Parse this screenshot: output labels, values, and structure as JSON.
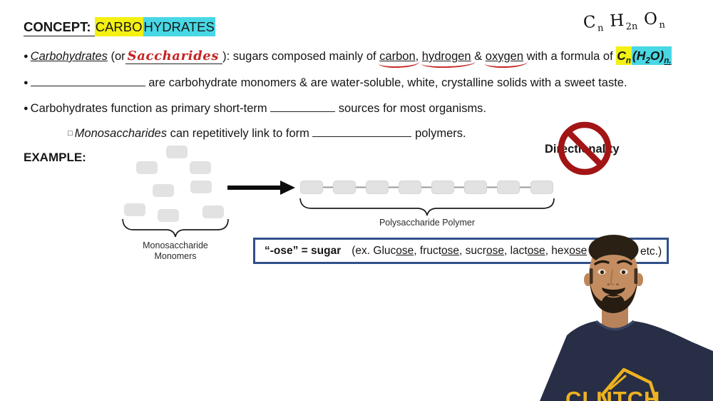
{
  "colors": {
    "highlight_yellow": "#f4f012",
    "highlight_cyan": "#48d8e5",
    "handwriting_red": "#c52424",
    "no_symbol_red": "#a31414",
    "box_border_navy": "#30508a",
    "block_gray": "#e2e2e2",
    "shirt_navy": "#272e45",
    "logo_gold": "#eeb21f"
  },
  "title": {
    "prefix": "CONCEPT: ",
    "hl_yellow": "CARBO",
    "hl_cyan": "HYDRATES"
  },
  "handwritten_formula": {
    "c": "C",
    "c_sub": "n",
    "h": "H",
    "h_sub": "2n",
    "o": "O",
    "o_sub": "n"
  },
  "bullets": {
    "b1": {
      "marker": "●",
      "term": "Carbohydrates",
      "mid1": " (or",
      "handwritten": "Saccharides",
      "mid2": "): sugars composed mainly of ",
      "w1": "carbon",
      "sep1": ", ",
      "w2": "hydrogen",
      "sep2": " & ",
      "w3": "oxygen",
      "mid3": " with a formula of ",
      "formula": {
        "p1": "C",
        "s1": "n",
        "p2": "(H",
        "s2": "2",
        "p3": "O)",
        "s3": "n."
      }
    },
    "b2": {
      "marker": "●",
      "after_blank": " are carbohydrate monomers & are water-soluble, white, crystalline solids with a sweet taste."
    },
    "b3": {
      "marker": "●",
      "before_blank": "Carbohydrates function as primary short-term ",
      "after_blank": " sources for most organisms."
    },
    "sub": {
      "marker": "□",
      "term": "Monosaccharides",
      "before_blank": " can repetitively link to form ",
      "after_blank": " polymers."
    }
  },
  "example_label": "EXAMPLE:",
  "diagram": {
    "monomer_label_line1": "Monosaccharide",
    "monomer_label_line2": "Monomers",
    "polymer_label": "Polysaccharide Polymer",
    "directionality_label": "Directionality"
  },
  "ose_box": {
    "bold_part": "“-ose” = sugar",
    "ex_prefix": "(ex. ",
    "words": [
      {
        "pre": "Gluc",
        "u": "ose"
      },
      {
        "pre": ", fruct",
        "u": "ose"
      },
      {
        "pre": ", sucr",
        "u": "ose"
      },
      {
        "pre": ", lact",
        "u": "ose"
      },
      {
        "pre": ", hex",
        "u": "ose"
      }
    ],
    "tail": "etc.)"
  },
  "webcam": {
    "shirt_text": "CLUTCH"
  }
}
